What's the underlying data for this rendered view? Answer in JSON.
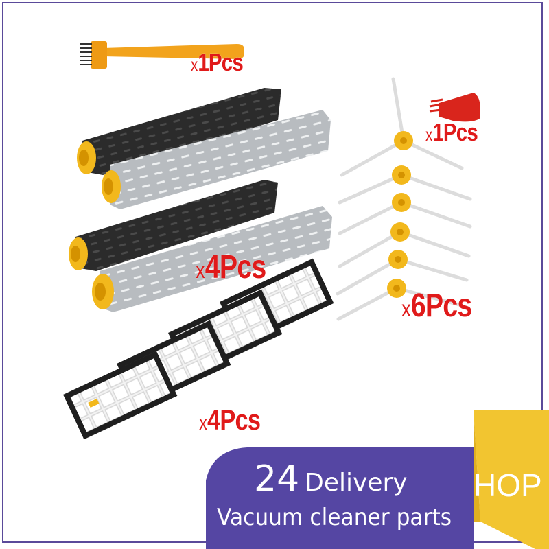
{
  "quantities": {
    "brush_tool": "1Pcs",
    "red_comb": "1Pcs",
    "rollers": "4Pcs",
    "side_brushes": "6Pcs",
    "filters": "4Pcs",
    "multiplier": "x"
  },
  "banner": {
    "number": "24",
    "word": "Delivery",
    "subtitle": "Vacuum cleaner parts",
    "corner_text": "HOP"
  },
  "colors": {
    "banner": "#5546a3",
    "corner": "#f2c530",
    "quantity_text": "#e01a1a",
    "roller_black": "#2a2a2a",
    "roller_gray": "#b8bcc0",
    "hub_yellow": "#f2b81c"
  }
}
